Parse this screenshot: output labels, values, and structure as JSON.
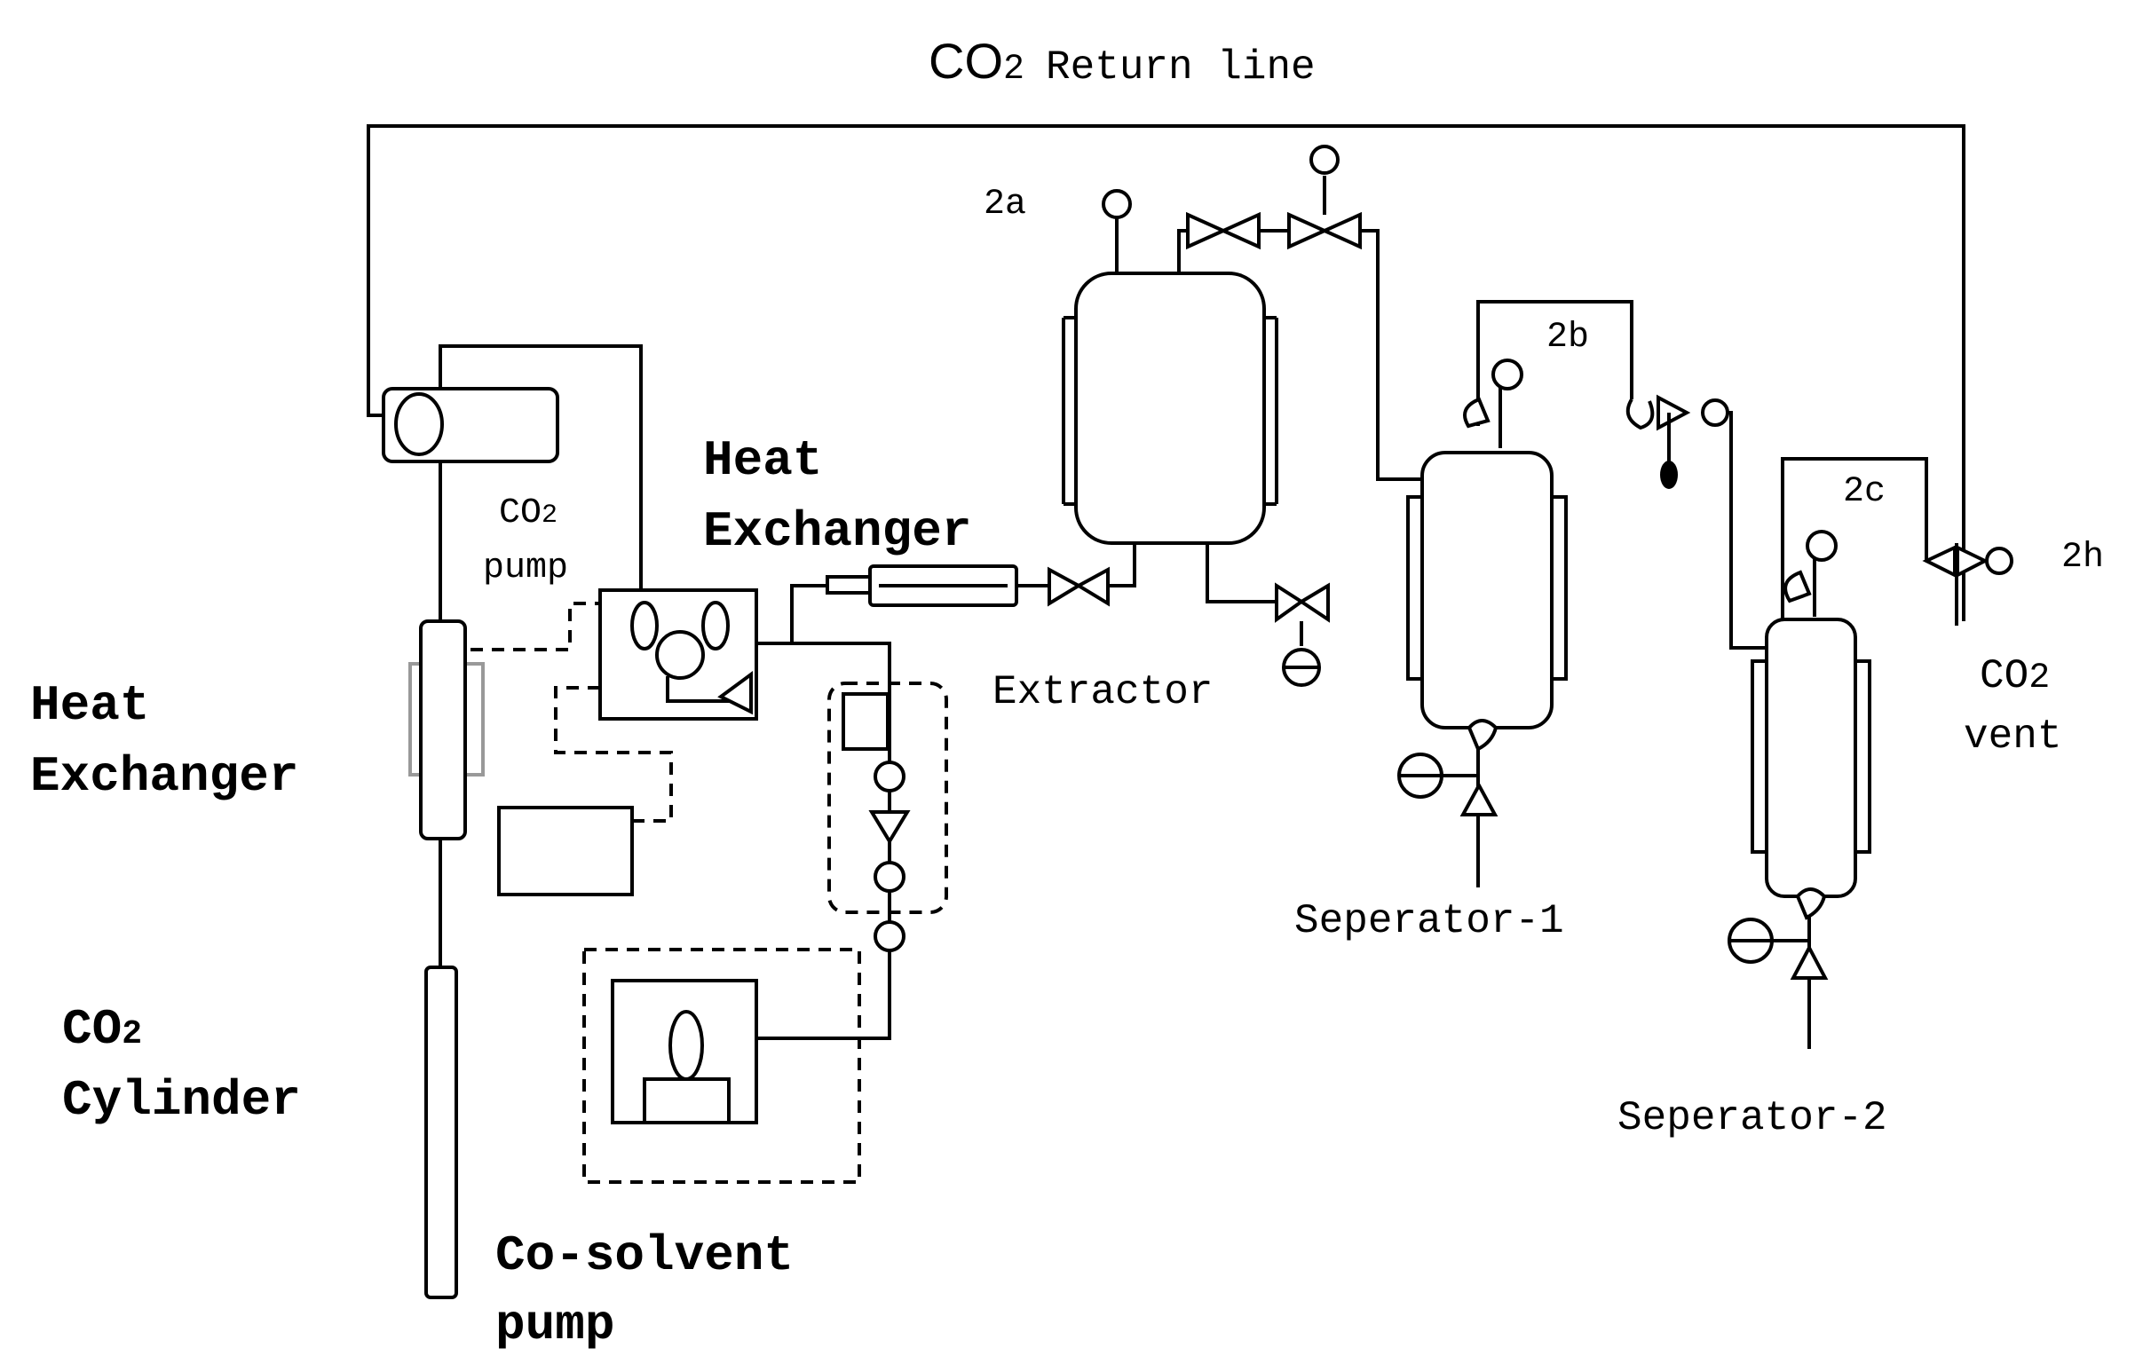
{
  "labels": {
    "return_line": "Return line",
    "co2": "CO",
    "sub2": "2",
    "co2_pump_line2": "pump",
    "heat_exchanger_line1": "Heat",
    "heat_exchanger_line2": "Exchanger",
    "cylinder": "Cylinder",
    "co_solvent_line1": "Co-solvent",
    "co_solvent_line2": "pump",
    "extractor": "Extractor",
    "separator_1": "Seperator-1",
    "separator_2": "Seperator-2",
    "vent": "vent",
    "tag_2a": "2a",
    "tag_2b": "2b",
    "tag_2c": "2c",
    "tag_2h": "2h"
  }
}
